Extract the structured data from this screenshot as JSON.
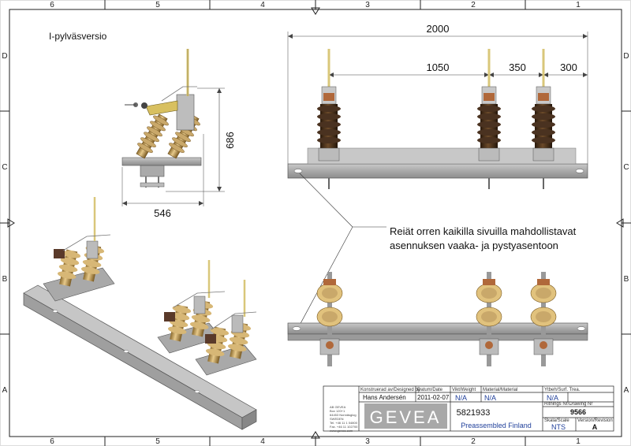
{
  "title": "I-pylväsversio",
  "zones": {
    "columns_top": [
      "6",
      "5",
      "4",
      "3",
      "2",
      "1"
    ],
    "columns_bottom": [
      "6",
      "5",
      "4",
      "3",
      "2",
      "1"
    ],
    "rows_left": [
      "D",
      "C",
      "B",
      "A"
    ],
    "rows_right": [
      "D",
      "C",
      "B",
      "A"
    ]
  },
  "dimensions": {
    "side_height": "686",
    "side_width": "546",
    "total_width": "2000",
    "span_1": "1050",
    "span_2": "350",
    "span_3": "300"
  },
  "note": {
    "line1": "Reiät orren kaikilla sivuilla mahdollistavat",
    "line2": "asennuksen vaaka- ja pystyasentoon"
  },
  "title_block": {
    "company_small_lines": [
      "AB GEVEA",
      "Box 120+1",
      "64453 Nonnäsglog",
      "SWEDEN",
      "Tel. +46 11 1 04800",
      "Fax. +46 11 102700",
      "www.gevea.com"
    ],
    "logo": "GEVEA",
    "designed_by_label": "Konstruerad av/Designed by",
    "designed_by": "Hans Andersén",
    "date_label": "Datum/Date",
    "date": "2011-02-07",
    "weight_label": "Vikt/Weight",
    "weight": "N/A",
    "material_label": "Material/Material",
    "material": "N/A",
    "surface_label": "Ytbeh/Surf. Trea.",
    "surface": "N/A",
    "drawing_no_label": "Ritnings Nr/Drawing Nr",
    "drawing_no": "9566",
    "part_no": "5821933",
    "description": "Preassembled Finland",
    "scale_label": "Skala/Scale",
    "scale": "NTS",
    "revision_label": "Version/Revision",
    "revision": "A"
  }
}
